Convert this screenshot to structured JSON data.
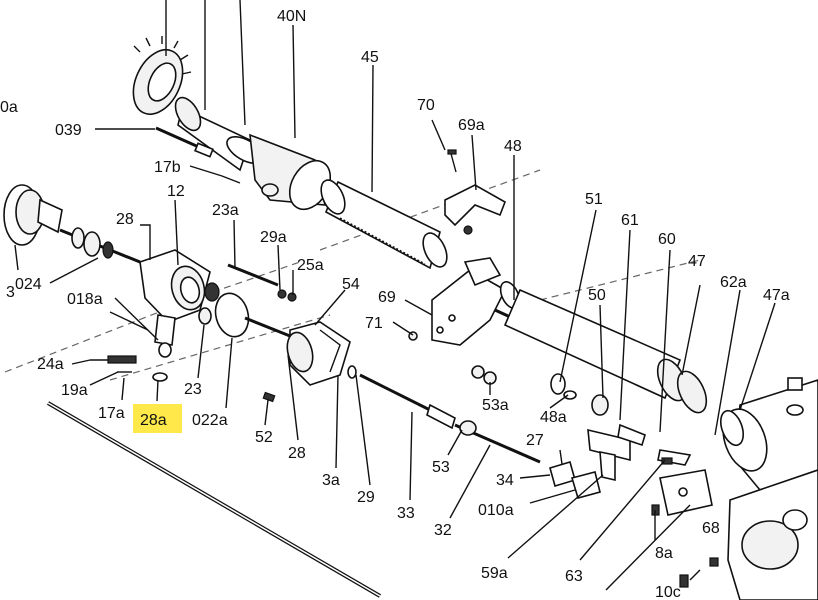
{
  "diagram": {
    "highlight_color": "#ffe94a",
    "line_color": "#111111",
    "labels": {
      "l0a": "0a",
      "l40n": "40N",
      "l45": "45",
      "l70": "70",
      "l69a": "69a",
      "l48": "48",
      "l039": "039",
      "l17b": "17b",
      "l12": "12",
      "l28top": "28",
      "l23a": "23a",
      "l29a": "29a",
      "l25a": "25a",
      "l54": "54",
      "l69": "69",
      "l71": "71",
      "l51": "51",
      "l61": "61",
      "l60": "60",
      "l47": "47",
      "l62a": "62a",
      "l47a": "47a",
      "l50": "50",
      "l3": "3",
      "l024": "024",
      "l018a": "018a",
      "l24a": "24a",
      "l19a": "19a",
      "l17a": "17a",
      "l28a": "28a",
      "l23": "23",
      "l022a": "022a",
      "l52": "52",
      "l28bot": "28",
      "l3a": "3a",
      "l29": "29",
      "l33": "33",
      "l53": "53",
      "l32": "32",
      "l53a": "53a",
      "l48a": "48a",
      "l27": "27",
      "l34": "34",
      "l010a": "010a",
      "l59a": "59a",
      "l63": "63",
      "l8a": "8a",
      "l68": "68",
      "l10c": "10c"
    }
  }
}
